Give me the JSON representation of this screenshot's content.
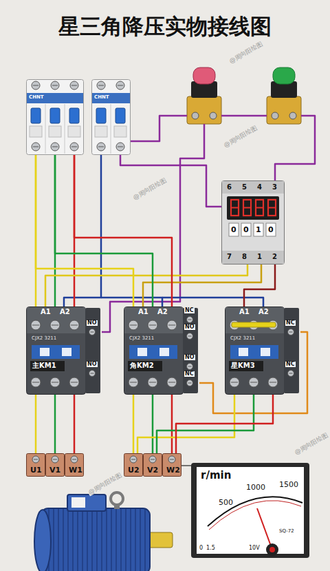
{
  "diagram": {
    "title": "星三角降压实物接线图",
    "nodes": [
      {
        "text": [
          "CHNT"
        ]
      },
      {
        "text": [
          "CHNT"
        ]
      },
      {
        "text": [
          "6",
          "5",
          "4",
          "3",
          "0",
          "0",
          "1",
          "0",
          "7",
          "8",
          "1",
          "2"
        ]
      },
      {
        "text": [
          "A1",
          "A2",
          "NO",
          "NO",
          "CJX2 3211",
          "主KM1"
        ]
      },
      {
        "text": [
          "A1",
          "A2",
          "NC",
          "NO",
          "NO",
          "NC",
          "CJX2 3211",
          "角KM2"
        ]
      },
      {
        "text": [
          "A1",
          "A2",
          "NC",
          "NC",
          "CJX2 3211",
          "星KM3"
        ]
      },
      {
        "text": [
          "U1",
          "V1",
          "W1"
        ]
      },
      {
        "text": [
          "U2",
          "V2",
          "W2"
        ]
      },
      {
        "text": [
          "r/min",
          "1000",
          "1500",
          "500",
          "SQ-72",
          "0",
          "1.5",
          "10V"
        ]
      }
    ],
    "edges": [
      {
        "from": 0,
        "to": 3,
        "arrow": "none"
      },
      {
        "from": 3,
        "to": 6,
        "arrow": "none"
      },
      {
        "from": 4,
        "to": 7,
        "arrow": "none"
      },
      {
        "from": 5,
        "to": 7,
        "arrow": "none"
      },
      {
        "from": 1,
        "to": 2,
        "arrow": "none"
      },
      {
        "from": 2,
        "to": 3,
        "arrow": "none"
      },
      {
        "from": 2,
        "to": 4,
        "arrow": "none"
      },
      {
        "from": 2,
        "to": 5,
        "arrow": "none"
      },
      {
        "from": 0,
        "to": 4,
        "arrow": "none"
      },
      {
        "from": 7,
        "to": 8,
        "arrow": "none"
      }
    ],
    "labels": [
      "@周向阳绘图",
      "@周向阳绘图",
      "@周向阳绘图",
      "@周向阳绘图",
      "@周向阳绘图"
    ]
  }
}
